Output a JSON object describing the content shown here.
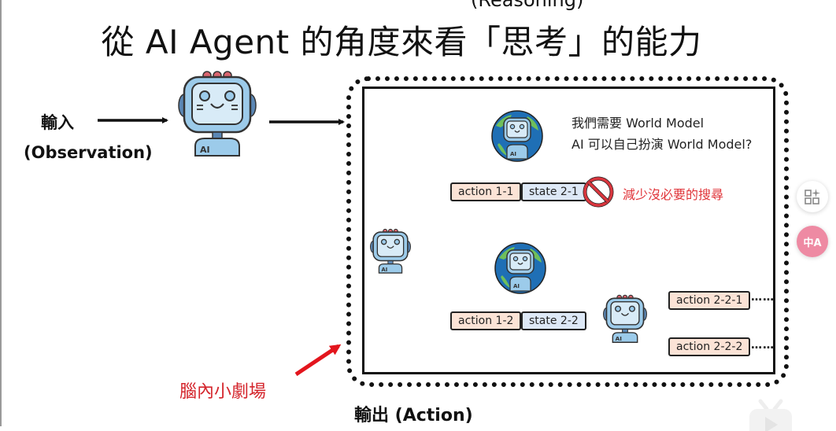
{
  "slide": {
    "subtitle_partial": "(Reasoning)",
    "title": "從 AI Agent 的角度來看「思考」的能力",
    "input_label": "輸入",
    "input_sub": "(Observation)",
    "output_label": "輸出 (Action)",
    "theater_label": "腦內小劇場",
    "world_model_line1": "我們需要 World Model",
    "world_model_line2": "AI 可以自己扮演 World Model?",
    "prune_note": "減少沒必要的搜尋",
    "nodes": {
      "action_1_1": "action 1-1",
      "state_2_1": "state 2-1",
      "action_1_2": "action 1-2",
      "state_2_2": "state 2-2",
      "action_2_2_1": "action 2-2-1",
      "action_2_2_2": "action 2-2-2"
    },
    "ellipsis": "……"
  },
  "icons": {
    "robot": "robot-ai-icon",
    "world_robot": "world-model-robot-icon",
    "prohibited": "prohibited-icon",
    "apps": "apps-add-icon",
    "translate": "translate-icon",
    "tv": "tv-icon"
  },
  "side_tools": {
    "translate_glyph": "中A"
  },
  "colors": {
    "action_fill": "#fbe3d6",
    "state_fill": "#dde8f6",
    "red": "#e0353a",
    "robot_blue": "#9ccbea",
    "globe_blue": "#1f6fb5"
  }
}
